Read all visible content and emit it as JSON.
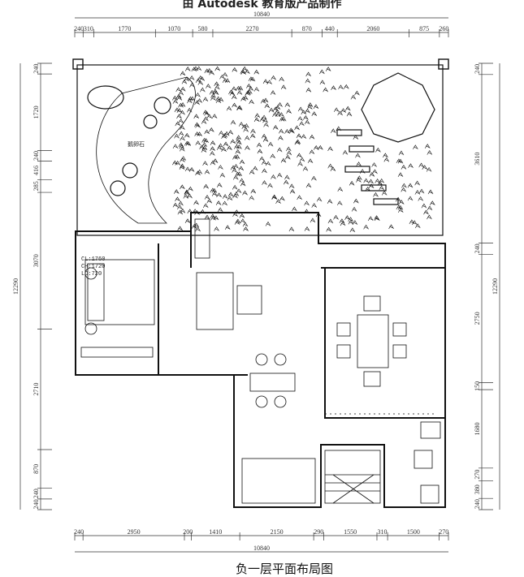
{
  "watermark": "由 Autodesk 教育版产品制作",
  "title": "负一层平面布局图",
  "dimensions": {
    "top_total": "10840",
    "top_segments": [
      "240",
      "310",
      "1770",
      "1070",
      "580",
      "2270",
      "870",
      "440",
      "2060",
      "875",
      "260"
    ],
    "bottom_total": "10840",
    "bottom_segments": [
      "240",
      "2950",
      "200",
      "1410",
      "2150",
      "290",
      "1550",
      "310",
      "1500",
      "270"
    ],
    "left_total": "12290",
    "left_segments": [
      "240",
      "1720",
      "240",
      "416",
      "285",
      "3070",
      "2710",
      "870",
      "240",
      "240"
    ],
    "right_total": "12290",
    "right_segments": [
      "240",
      "3610",
      "240",
      "2750",
      "150",
      "1680",
      "270",
      "380",
      "240"
    ]
  },
  "notes": {
    "cl": "CL:1760",
    "ch": "CH:1720",
    "ld": "LD:720",
    "garden_label": "鹅卵石"
  }
}
